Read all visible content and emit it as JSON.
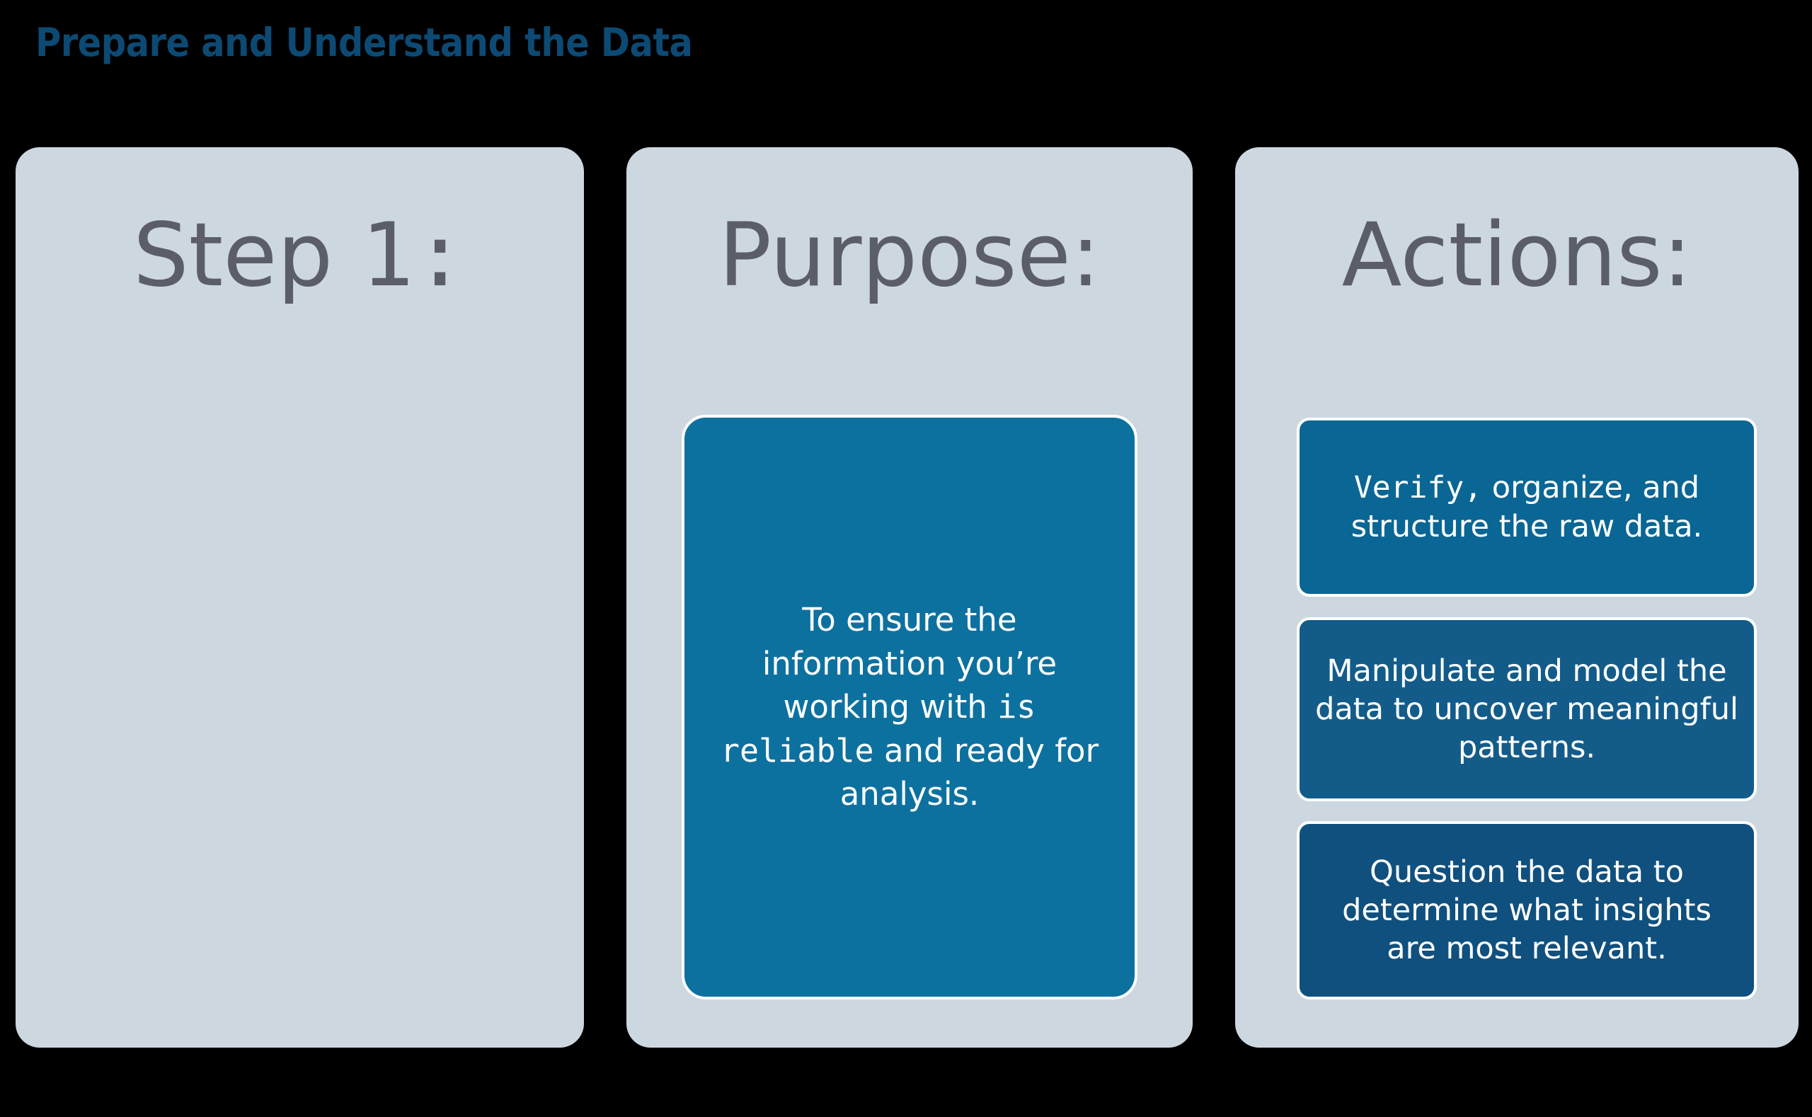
{
  "slide": {
    "title": "Prepare and Understand the Data",
    "title_color": "#0c4a74",
    "background_color": "#000000",
    "card_background_color": "#cdd7e0",
    "heading_color": "#5b5e68"
  },
  "cards": {
    "step": {
      "heading_plain": "Step ",
      "heading_mono": "1:",
      "heading_full": "Step 1:"
    },
    "purpose": {
      "heading": "Purpose:",
      "panel": {
        "color": "#0d719f",
        "text_full": "To ensure the information you’re working with is reliable and ready for analysis.",
        "segments": [
          {
            "text": "To ensure the information you’re working with ",
            "mono": false
          },
          {
            "text": "is reliable",
            "mono": true
          },
          {
            "text": " and ready for analysis.",
            "mono": false
          }
        ]
      }
    },
    "actions": {
      "heading": "Actions:",
      "boxes": [
        {
          "color": "#0a6694",
          "text_full": "Verify, organize, and structure the raw data.",
          "segments": [
            {
              "text": "Verify,",
              "mono": true
            },
            {
              "text": " organize, and structure the raw data.",
              "mono": false
            }
          ]
        },
        {
          "color": "#135c8a",
          "text_full": "Manipulate and model the data to uncover meaningful patterns.",
          "segments": [
            {
              "text": "Manipulate and model the data to uncover meaningful patterns.",
              "mono": false
            }
          ]
        },
        {
          "color": "#10507e",
          "text_full": "Question the data to determine what insights are most relevant.",
          "segments": [
            {
              "text": "Question the data to determine what insights are most relevant.",
              "mono": false
            }
          ]
        }
      ]
    }
  }
}
